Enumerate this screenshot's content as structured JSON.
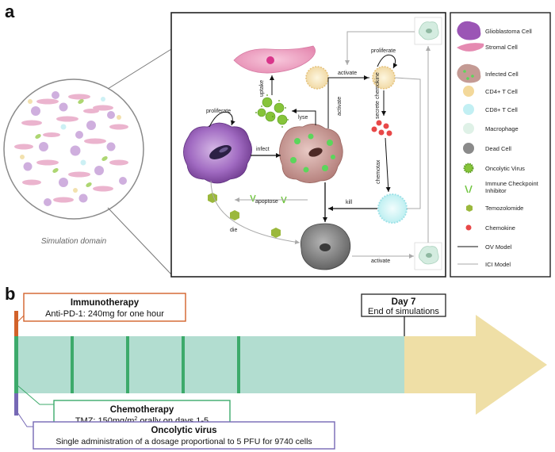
{
  "panel_a": {
    "letter": "a",
    "domain_label": "Simulation domain",
    "edges": {
      "proliferate_gbm": "proliferate",
      "uptake": "uptake",
      "lyse": "lyse",
      "infect": "infect",
      "activate_infected": "activate",
      "activate_cd4": "activate",
      "proliferate_cd4": "proliferate",
      "secrete_chemokine": "secrete chemokine",
      "chemotax": "chemotax",
      "kill": "kill",
      "apoptose": "apoptose",
      "die": "die",
      "activate_dead": "activate"
    },
    "legend": [
      {
        "icon": "glioblastoma-cell-icon",
        "label": "Glioblastoma Cell"
      },
      {
        "icon": "stromal-cell-icon",
        "label": "Stromal Cell"
      },
      {
        "icon": "infected-cell-icon",
        "label": "Infected Cell"
      },
      {
        "icon": "cd4-t-cell-icon",
        "label": "CD4+ T Cell"
      },
      {
        "icon": "cd8-t-cell-icon",
        "label": "CD8+ T Cell"
      },
      {
        "icon": "macrophage-icon",
        "label": "Macrophage"
      },
      {
        "icon": "dead-cell-icon",
        "label": "Dead Cell"
      },
      {
        "icon": "oncolytic-virus-icon",
        "label": "Oncolytic Virus"
      },
      {
        "icon": "checkpoint-inhibitor-icon",
        "label": "Immune Checkpoint Inhibitor"
      },
      {
        "icon": "temozolomide-icon",
        "label": "Temozolomide"
      },
      {
        "icon": "chemokine-icon",
        "label": "Chemokine"
      },
      {
        "icon": "ov-model-line-icon",
        "label": "OV Model"
      },
      {
        "icon": "ici-model-line-icon",
        "label": "ICI Model"
      }
    ]
  },
  "panel_b": {
    "letter": "b",
    "immunotherapy": {
      "title": "Immunotherapy",
      "detail": "Anti-PD-1: 240mg for one hour"
    },
    "chemotherapy": {
      "title": "Chemotherapy",
      "detail_prefix": "TMZ: 150mg/m",
      "detail_sup": "2",
      "detail_suffix": " orally on days 1-5"
    },
    "oncolytic_virus": {
      "title": "Oncolytic virus",
      "detail": "Single administration of a dosage proportional to 5 PFU for 9740 cells"
    },
    "end_marker": {
      "title": "Day 7",
      "detail": "End of simulations"
    }
  },
  "colors": {
    "immunotherapy": "#d2622a",
    "chemotherapy": "#3daa6b",
    "oncolytic_virus": "#7668b5",
    "timeline_fill": "#b2ddd0",
    "arrow_fill": "#efdfa6"
  }
}
